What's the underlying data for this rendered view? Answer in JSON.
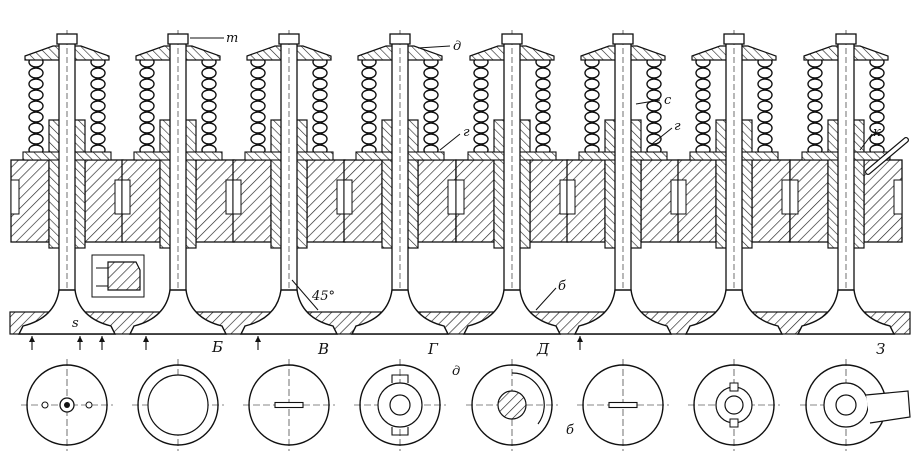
{
  "figure": {
    "angle_label": "45°"
  },
  "views": [
    {
      "letter": "",
      "callouts": [],
      "dim_label": "s"
    },
    {
      "letter": "Б",
      "callouts": [
        "т"
      ]
    },
    {
      "letter": "В",
      "callouts": []
    },
    {
      "letter": "Г",
      "callouts": [
        "д",
        "г"
      ]
    },
    {
      "letter": "Д",
      "callouts": [
        "б"
      ]
    },
    {
      "letter": "",
      "callouts": [
        "с",
        "г"
      ]
    },
    {
      "letter": "",
      "callouts": []
    },
    {
      "letter": "З",
      "callouts": [
        "к"
      ]
    }
  ],
  "plan_callouts": {
    "view4": "д",
    "view5": "б"
  }
}
